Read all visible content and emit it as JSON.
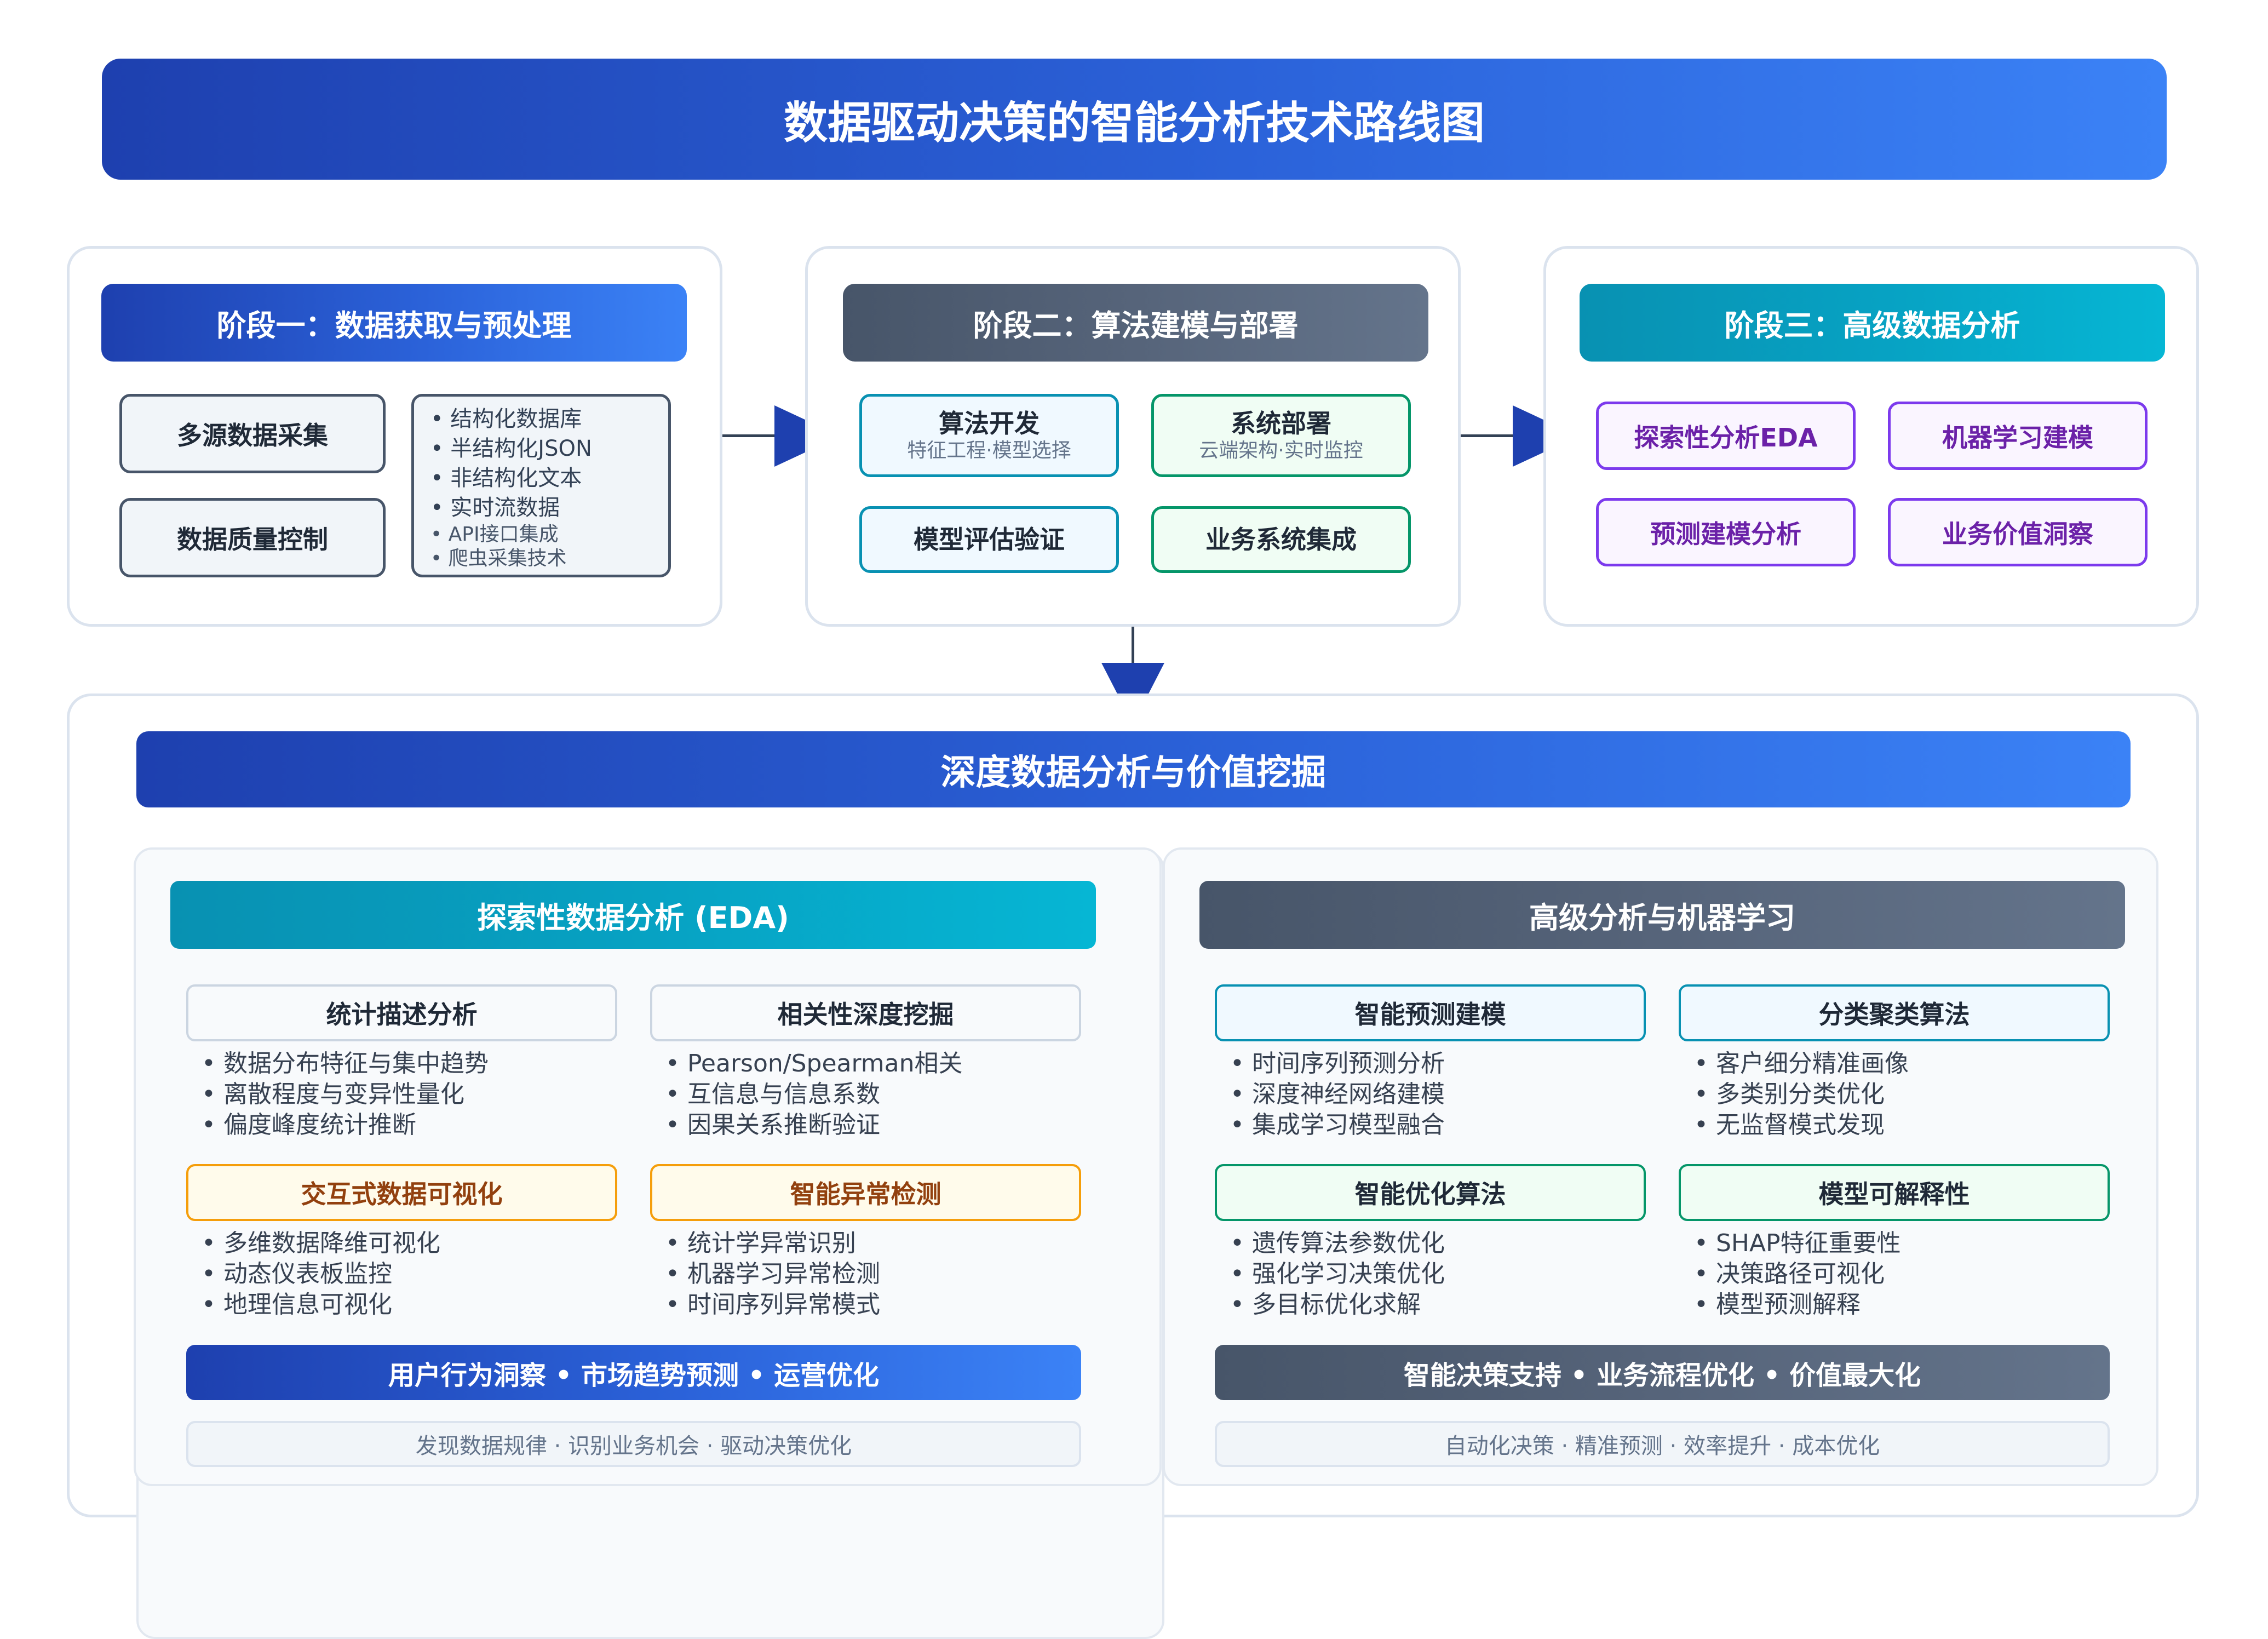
{
  "title": "数据驱动决策的智能分析技术路线图",
  "stage1": {
    "header": "阶段一：数据获取与预处理",
    "items": [
      "多源数据采集",
      "数据质量控制"
    ],
    "sources": [
      "• 结构化数据库",
      "• 半结构化JSON",
      "• 非结构化文本",
      "• 实时流数据",
      "• API接口集成",
      "• 爬虫采集技术"
    ]
  },
  "stage2": {
    "header": "阶段二：算法建模与部署",
    "boxes": [
      {
        "title": "算法开发",
        "sub": "特征工程·模型选择"
      },
      {
        "title": "系统部署",
        "sub": "云端架构·实时监控"
      },
      {
        "title": "模型评估验证",
        "sub": ""
      },
      {
        "title": "业务系统集成",
        "sub": ""
      }
    ]
  },
  "stage3": {
    "header": "阶段三：高级数据分析",
    "items": [
      "探索性分析EDA",
      "机器学习建模",
      "预测建模分析",
      "业务价值洞察"
    ]
  },
  "deep": {
    "header": "深度数据分析与价值挖掘",
    "eda": {
      "header": "探索性数据分析 (EDA)",
      "cards": [
        {
          "title": "统计描述分析",
          "bullets": [
            "• 数据分布特征与集中趋势",
            "• 离散程度与变异性量化",
            "• 偏度峰度统计推断"
          ]
        },
        {
          "title": "相关性深度挖掘",
          "bullets": [
            "• Pearson/Spearman相关",
            "• 互信息与信息系数",
            "• 因果关系推断验证"
          ]
        },
        {
          "title": "交互式数据可视化",
          "bullets": [
            "• 多维数据降维可视化",
            "• 动态仪表板监控",
            "• 地理信息可视化"
          ]
        },
        {
          "title": "智能异常检测",
          "bullets": [
            "• 统计学异常识别",
            "• 机器学习异常检测",
            "• 时间序列异常模式"
          ]
        }
      ],
      "banner": "用户行为洞察 • 市场趋势预测 • 运营优化",
      "footer": "发现数据规律 · 识别业务机会 · 驱动决策优化"
    },
    "ml": {
      "header": "高级分析与机器学习",
      "cards": [
        {
          "title": "智能预测建模",
          "bullets": [
            "• 时间序列预测分析",
            "• 深度神经网络建模",
            "• 集成学习模型融合"
          ]
        },
        {
          "title": "分类聚类算法",
          "bullets": [
            "• 客户细分精准画像",
            "• 多类别分类优化",
            "• 无监督模式发现"
          ]
        },
        {
          "title": "智能优化算法",
          "bullets": [
            "• 遗传算法参数优化",
            "• 强化学习决策优化",
            "• 多目标优化求解"
          ]
        },
        {
          "title": "模型可解释性",
          "bullets": [
            "• SHAP特征重要性",
            "• 决策路径可视化",
            "• 模型预测解释"
          ]
        }
      ],
      "banner": "智能决策支持 • 业务流程优化 • 价值最大化",
      "footer": "自动化决策 · 精准预测 · 效率提升 · 成本优化"
    }
  },
  "colors": {
    "primary": "#1e40af",
    "primary_light": "#3b82f6",
    "slate": "#475569",
    "teal": "#0891b2",
    "green": "#059669",
    "purple": "#7c3aed",
    "orange": "#f59e0b",
    "arrow": "#1e40af"
  }
}
